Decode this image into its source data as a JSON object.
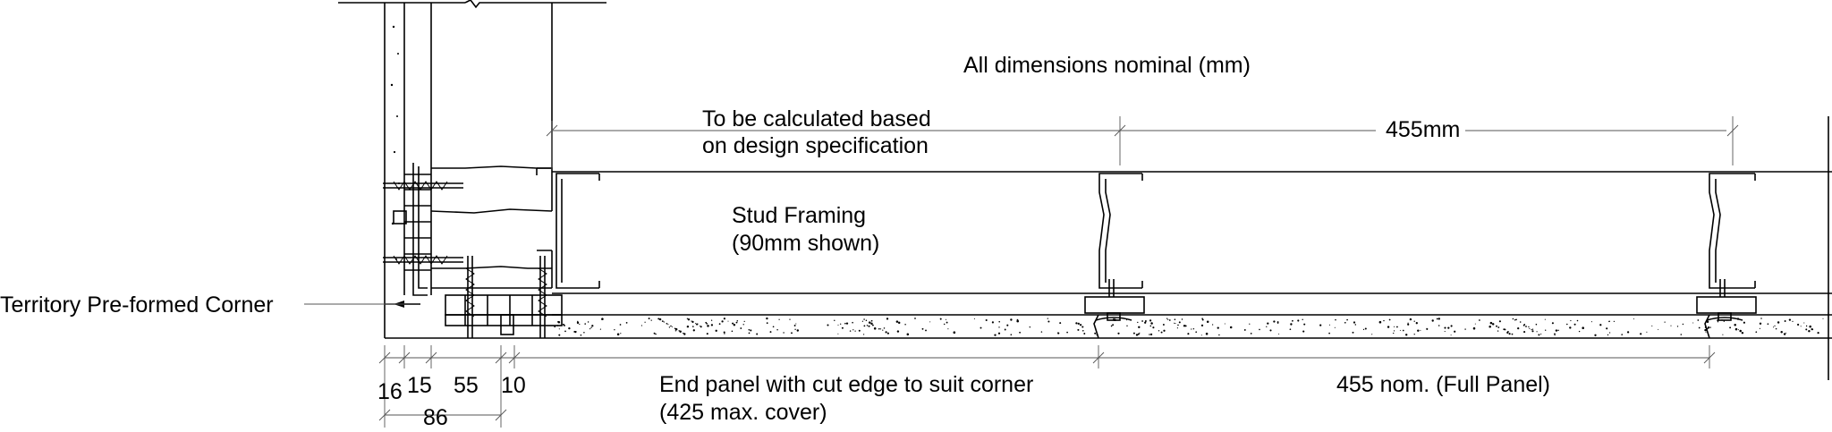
{
  "notes": {
    "nominal": "All dimensions nominal (mm)",
    "calc_line1": "To be calculated based",
    "calc_line2": "on design specification",
    "spacing": "455mm",
    "stud_line1": "Stud Framing",
    "stud_line2": "(90mm shown)",
    "corner_label": "Territory Pre-formed Corner",
    "end_panel_line1": "End panel with cut edge to suit corner",
    "end_panel_line2": "(425 max. cover)",
    "full_panel": "455 nom. (Full Panel)"
  },
  "dimensions": {
    "d16": "16",
    "d15": "15",
    "d55": "55",
    "d10": "10",
    "d86": "86"
  }
}
